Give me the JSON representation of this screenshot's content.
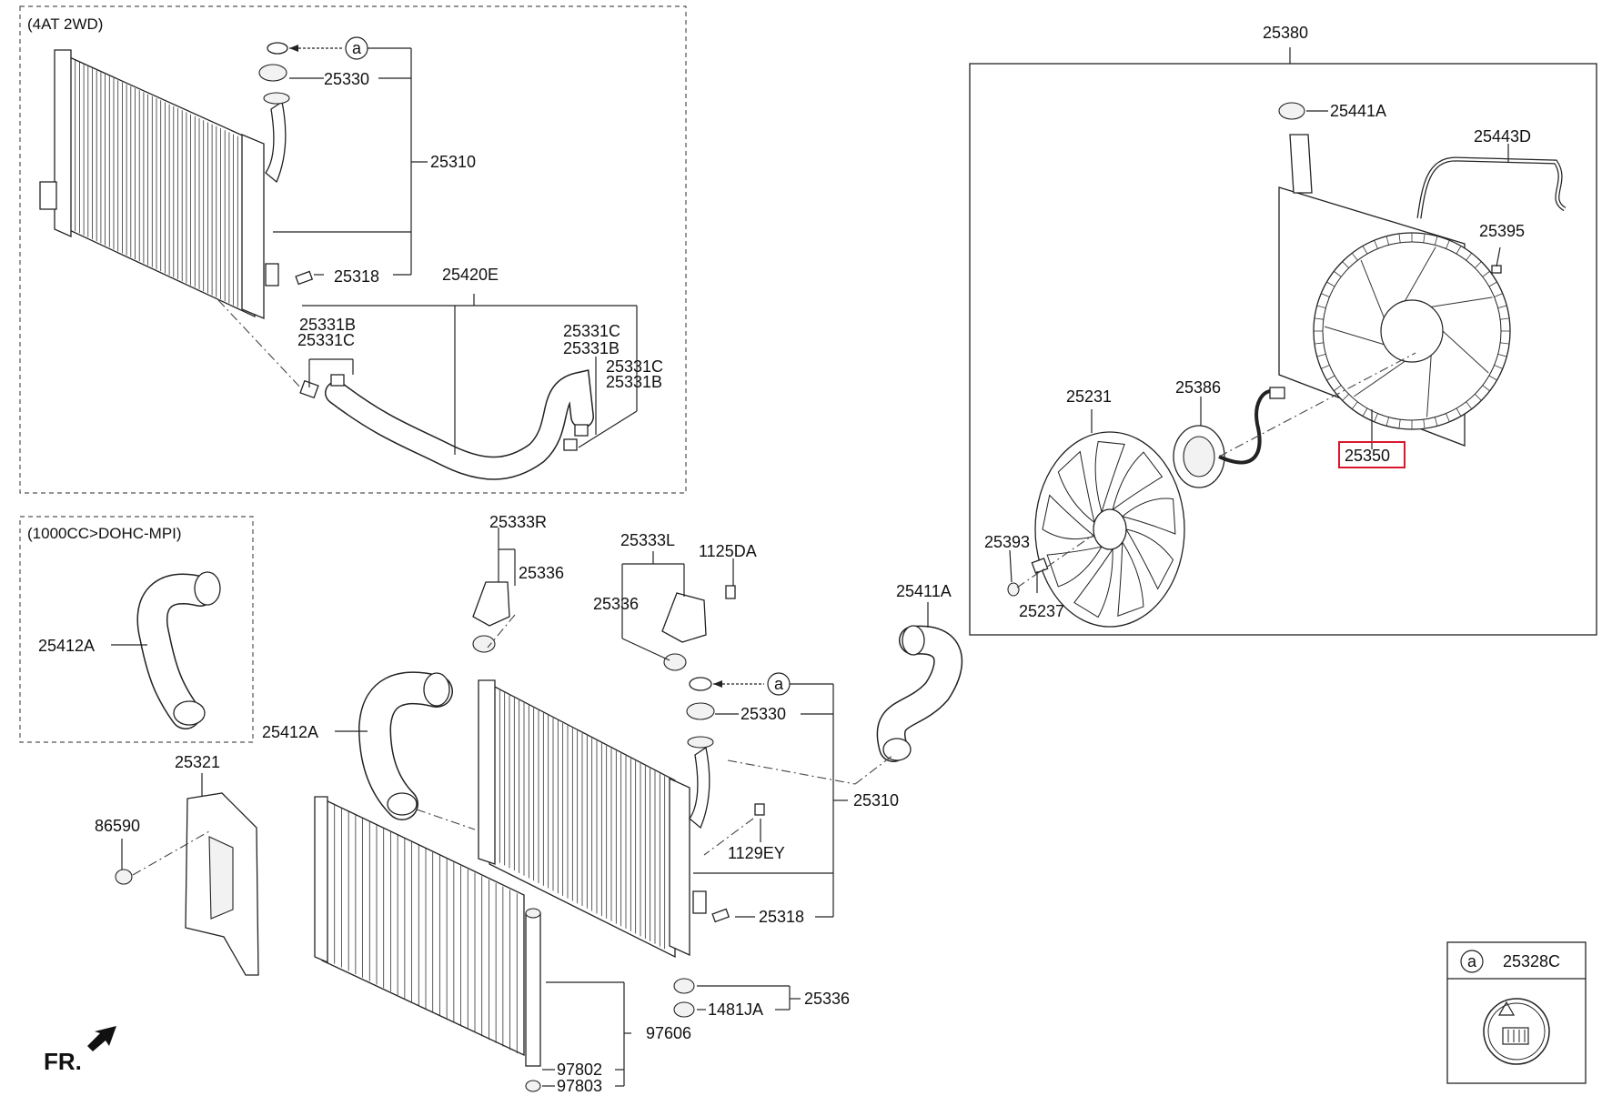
{
  "notes": {
    "variant_top": "(4AT 2WD)",
    "variant_engine": "(1000CC>DOHC-MPI)"
  },
  "parts": {
    "p25380": "25380",
    "p25441A": "25441A",
    "p25443D": "25443D",
    "p25395": "25395",
    "p25231": "25231",
    "p25386": "25386",
    "p25350": "25350",
    "p25393": "25393",
    "p25237": "25237",
    "p25330_top": "25330",
    "p25310_top": "25310",
    "p25318_top": "25318",
    "p25420E": "25420E",
    "p25331B_1": "25331B",
    "p25331C_1": "25331C",
    "p25331C_2": "25331C",
    "p25331B_2": "25331B",
    "p25331C_3": "25331C",
    "p25331B_3": "25331B",
    "p25412A_box": "25412A",
    "p25333R": "25333R",
    "p25336_a": "25336",
    "p25333L": "25333L",
    "p1125DA": "1125DA",
    "p25336_b": "25336",
    "p25411A": "25411A",
    "p25412A": "25412A",
    "p25330": "25330",
    "p25310": "25310",
    "p25321": "25321",
    "p86590": "86590",
    "p1129EY": "1129EY",
    "p25318": "25318",
    "p25336_c": "25336",
    "p1481JA": "1481JA",
    "p97606": "97606",
    "p97802": "97802",
    "p97803": "97803",
    "p25328C": "25328C"
  },
  "callouts": {
    "a_top": "a",
    "a_mid": "a",
    "a_legend": "a"
  },
  "direction": {
    "label": "FR."
  },
  "highlight": {
    "part": "25350",
    "color": "#d8182a"
  }
}
